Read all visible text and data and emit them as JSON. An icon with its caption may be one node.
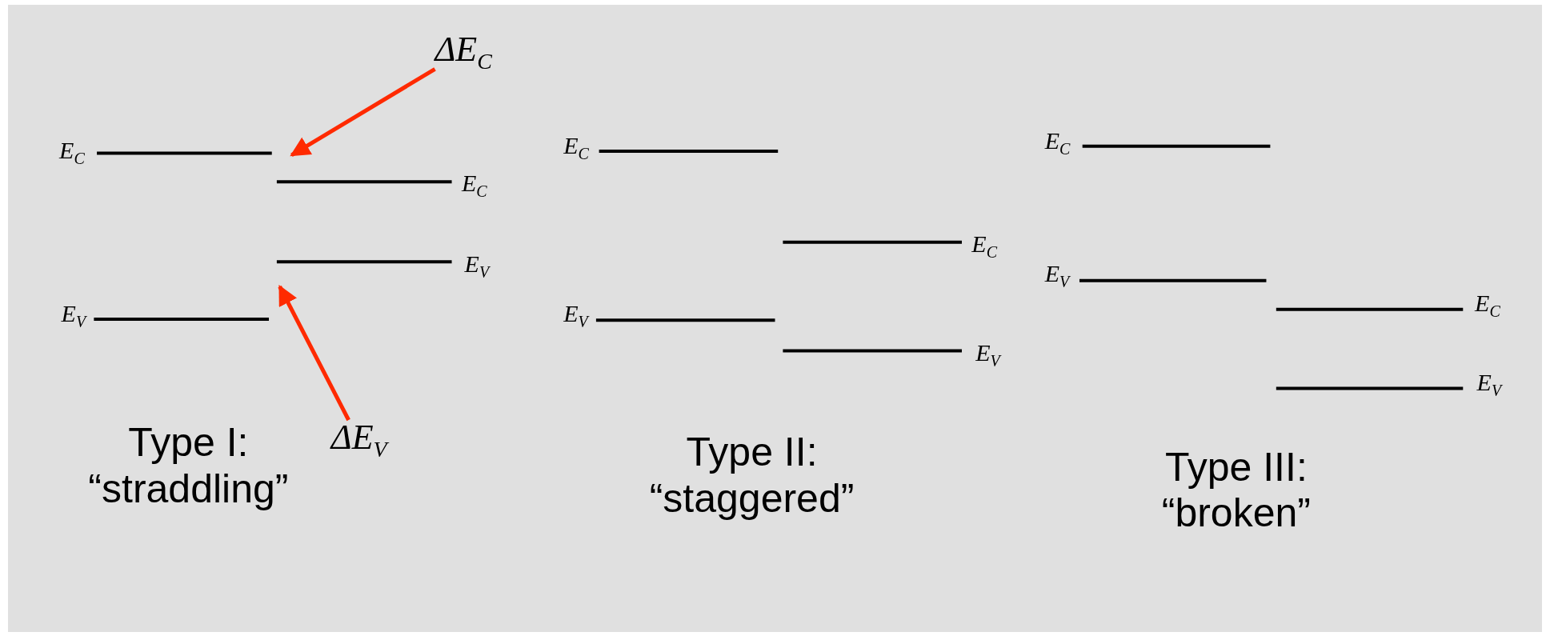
{
  "diagram": {
    "nodes": [
      {
        "text": [
          "ΔE$_{C}$"
        ]
      },
      {
        "text": [
          "ΔE$_{V}$"
        ]
      }
    ],
    "edges": [
      {
        "from": 0,
        "to": null,
        "arrow": "to"
      },
      {
        "from": 1,
        "to": null,
        "arrow": "to"
      }
    ],
    "labels": [
      "*E*$_{C}$",
      "*E*$_{C}$",
      "*E*$_{V}$",
      "*E*$_{V}$",
      "Type I: “straddling”",
      "*E*$_{C}$",
      "*E*$_{C}$",
      "*E*$_{V}$",
      "*E*$_{V}$",
      "Type II: “staggered”",
      "*E*$_{C}$",
      "*E*$_{V}$",
      "*E*$_{C}$",
      "*E*$_{V}$",
      "Type III: “broken”"
    ]
  }
}
